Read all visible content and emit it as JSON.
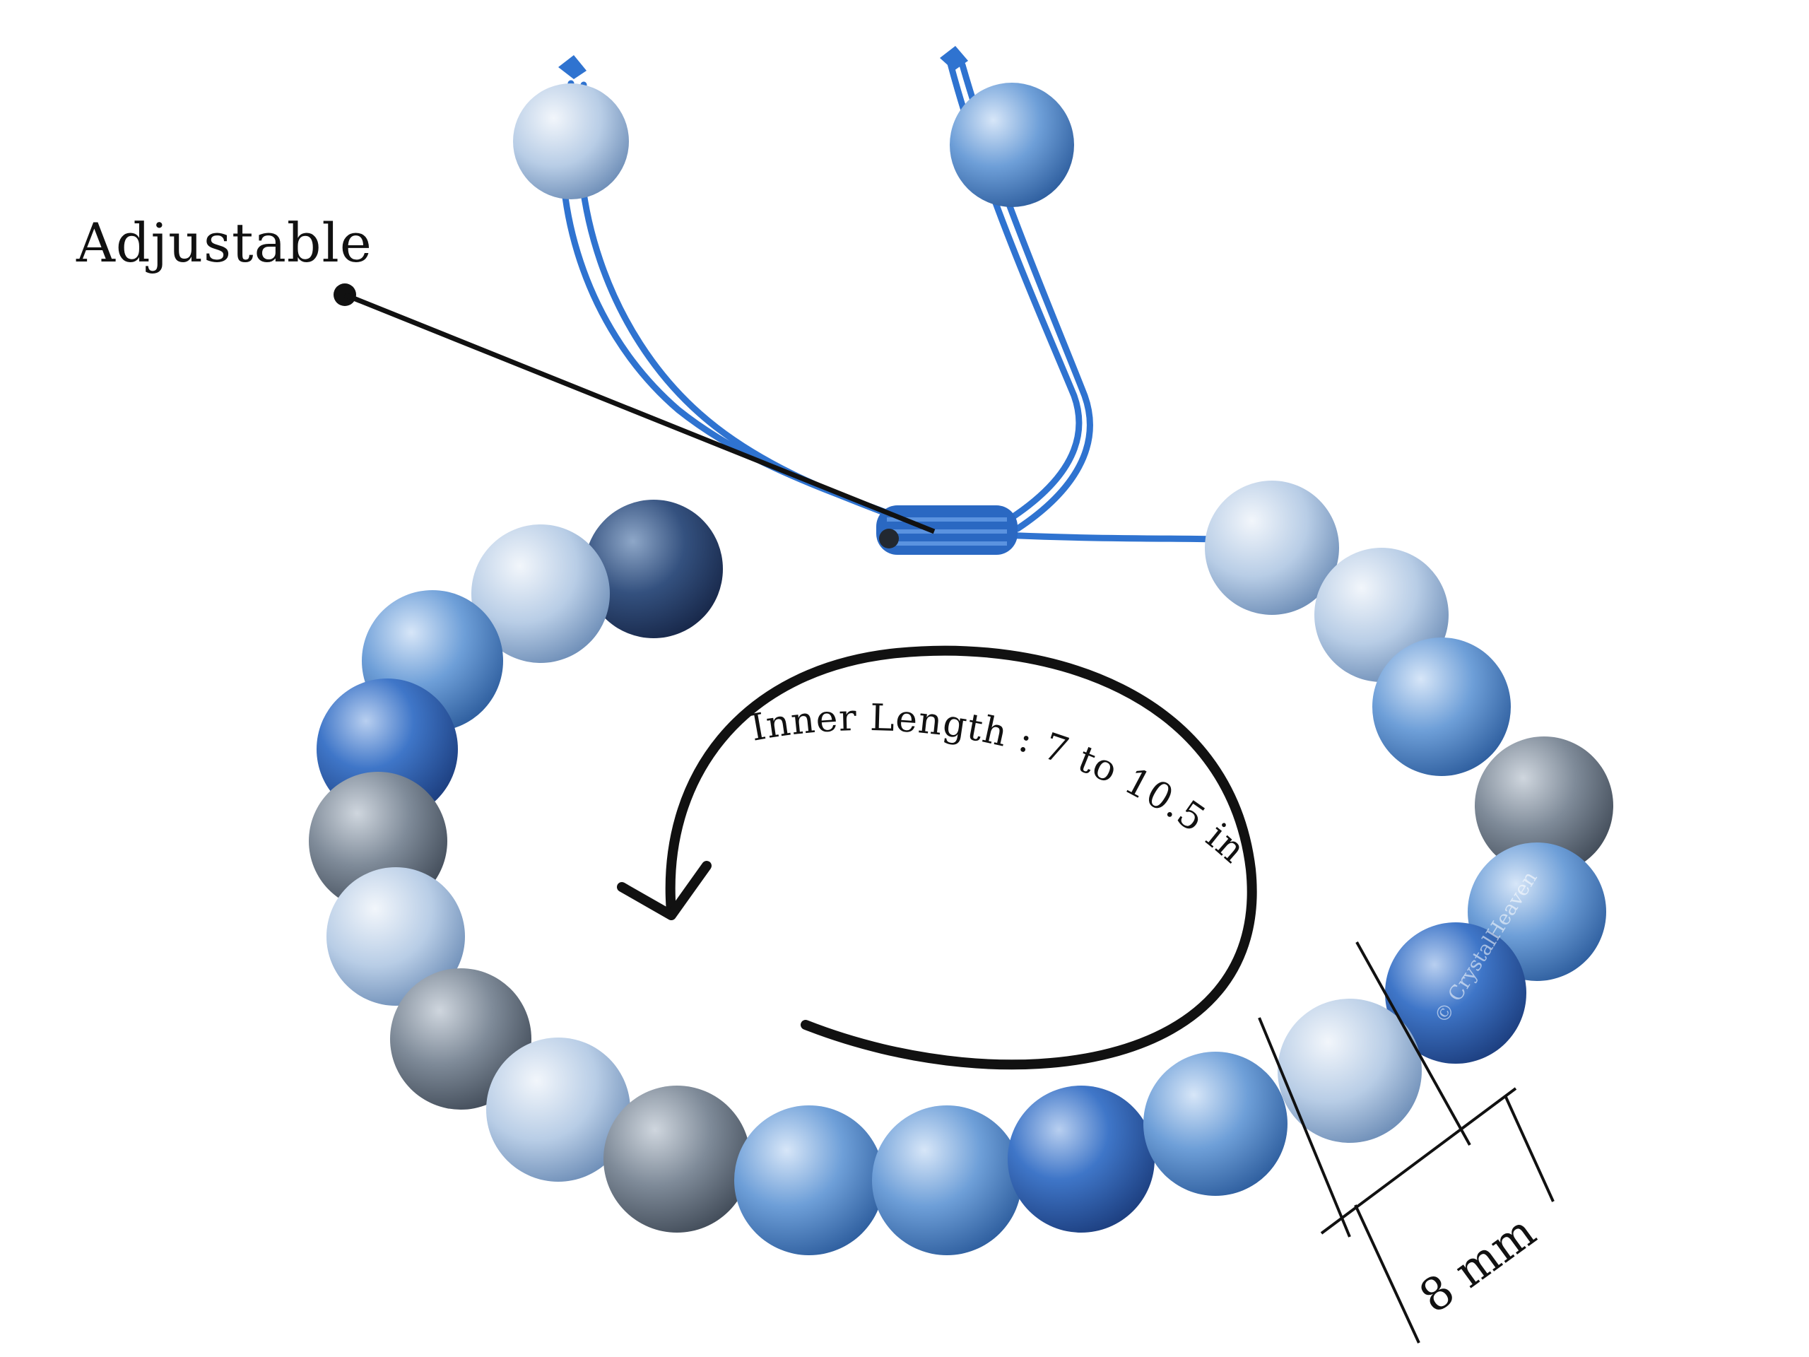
{
  "labels": {
    "adjustable": "Adjustable",
    "inner_length": "Inner Length : 7 to 10.5 inch",
    "bead_size": "8 mm",
    "watermark": "© CrystalHeaven"
  },
  "colors": {
    "cord": "#2f73d0",
    "annotation": "#111111",
    "background": "#ffffff"
  }
}
